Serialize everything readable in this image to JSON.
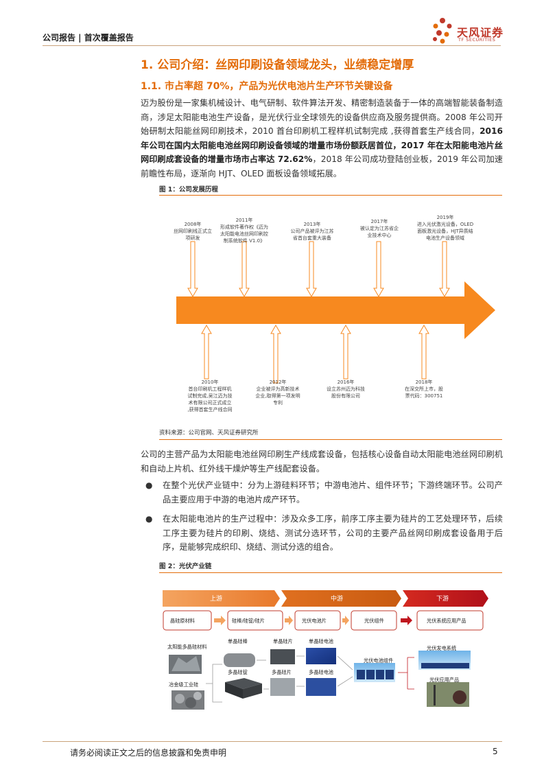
{
  "header": {
    "label": "公司报告 | 首次覆盖报告",
    "logo_cn": "天风证券",
    "logo_en": "TF SECURITIES"
  },
  "section": {
    "h1": "1. 公司介绍：丝网印刷设备领域龙头，业绩稳定增厚",
    "h2": "1.1. 市占率超 70%，产品为光伏电池片生产环节关键设备"
  },
  "intro": {
    "part1": "迈为股份是一家集机械设计、电气研制、软件算法开发、精密制造装备于一体的高端智能装备制造商，涉足太阳能电池生产设备，是光伏行业全球领先的设备供应商及服务提供商。2008 年公司开始研制太阳能丝网印刷技术，2010 首台印刷机工程样机试制完成 ,获得首套生产线合同，",
    "bold1": "2016 年公司在国内太阳能电池丝网印刷设备领域的增量市场份额跃居首位，2017 年在太阳能电池片丝网印刷成套设备的增量市场市占率达 72.62%",
    "part2": "，2018 年公司成功登陆创业板，2019 年公司加速前瞻性布局，逐渐向 HJT、OLED 面板设备领域拓展。"
  },
  "figure1": {
    "caption": "图 1：公司发展历程",
    "source": "资料来源：公司官网、天风证券研究所",
    "top_events": [
      "2008年\n丝网印刷线正式立\n项研发",
      "2011年\n形成软件著作权《迈为\n太阳能电池丝网印刷控\n制系统软件 V1.0》",
      "2013年\n公司产品被评为江苏\n省首台套重大装备",
      "2017年\n被认定为江苏省企\n业技术中心",
      "2019年\n进入光伏激光设备，OLED\n面板激光设备，HJT异质结\n电池生产设备领域"
    ],
    "bottom_events": [
      "2010年\n首台印刷机工程样机\n试制完成,吴江迈为技\n术有限公司正式成立\n,获得首套生产线合同",
      "2012年\n企业被评为高新技术\n企业,取得第一项发明\n专利",
      "2016年\n设立苏州迈为科技\n股份有限公司",
      "2018年\n在深交所上市，股\n票代码：300751"
    ]
  },
  "main_products": "公司的主营产品为太阳能电池丝网印刷生产线成套设备，包括核心设备自动太阳能电池丝网印刷机和自动上片机、红外线干燥炉等生产线配套设备。",
  "bullets": [
    "在整个光伏产业链中：分为上游硅料环节；中游电池片、组件环节；下游终端环节。公司产品主要应用于中游的电池片成产环节。",
    "在太阳能电池片的生产过程中：涉及众多工序，前序工序主要为硅片的工艺处理环节，后续工序主要为硅片的印刷、烧结、测试分选环节，公司的主要产品丝网印刷成套设备用于后序，是能够完成织印、烧结、测试分选的组合。"
  ],
  "figure2": {
    "caption": "图 2：光伏产业链",
    "stages": [
      "上游",
      "中游",
      "下游"
    ],
    "boxes": [
      "晶硅原材料",
      "硅棒/硅锭/硅片",
      "光伏电池片",
      "光伏组件",
      "光伏系统应用产品"
    ],
    "labels": {
      "raw1": "太阳能多晶硅材料",
      "raw2": "冶金级工业硅",
      "mono_rod": "单晶硅棒",
      "mono_wafer": "单晶硅片",
      "mono_cell": "单晶硅电池",
      "poly_ingot": "多晶硅锭",
      "poly_wafer": "多晶硅片",
      "poly_cell": "多晶硅电池",
      "module": "光伏电池组件",
      "station": "光伏发电系统",
      "app": "光伏应用产品"
    }
  },
  "footer": {
    "disclaimer": "请务必阅读正文之后的信息披露和免责申明",
    "page": "5"
  },
  "colors": {
    "accent": "#e36c09",
    "arrow": "#f7891f",
    "downstream": "#c0161e",
    "logo": "#c0392b"
  }
}
